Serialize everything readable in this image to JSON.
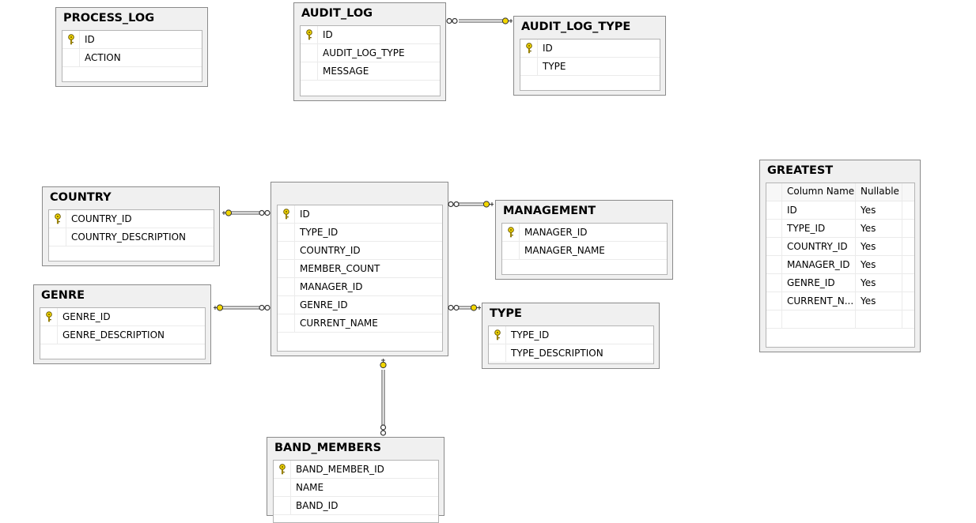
{
  "tables": [
    {
      "id": "process-log",
      "title": "PROCESS_LOG",
      "columns": [
        {
          "name": "ID",
          "pk": true
        },
        {
          "name": "ACTION",
          "pk": false
        }
      ]
    },
    {
      "id": "audit-log",
      "title": "AUDIT_LOG",
      "columns": [
        {
          "name": "ID",
          "pk": true
        },
        {
          "name": "AUDIT_LOG_TYPE",
          "pk": false
        },
        {
          "name": "MESSAGE",
          "pk": false
        }
      ]
    },
    {
      "id": "audit-log-type",
      "title": "AUDIT_LOG_TYPE",
      "columns": [
        {
          "name": "ID",
          "pk": true
        },
        {
          "name": "TYPE",
          "pk": false
        }
      ]
    },
    {
      "id": "country",
      "title": "COUNTRY",
      "columns": [
        {
          "name": "COUNTRY_ID",
          "pk": true
        },
        {
          "name": "COUNTRY_DESCRIPTION",
          "pk": false
        }
      ]
    },
    {
      "id": "genre",
      "title": "GENRE",
      "columns": [
        {
          "name": "GENRE_ID",
          "pk": true
        },
        {
          "name": "GENRE_DESCRIPTION",
          "pk": false
        }
      ]
    },
    {
      "id": "band",
      "title": "",
      "columns": [
        {
          "name": "ID",
          "pk": true
        },
        {
          "name": "TYPE_ID",
          "pk": false
        },
        {
          "name": "COUNTRY_ID",
          "pk": false
        },
        {
          "name": "MEMBER_COUNT",
          "pk": false
        },
        {
          "name": "MANAGER_ID",
          "pk": false
        },
        {
          "name": "GENRE_ID",
          "pk": false
        },
        {
          "name": "CURRENT_NAME",
          "pk": false
        }
      ]
    },
    {
      "id": "management",
      "title": "MANAGEMENT",
      "columns": [
        {
          "name": "MANAGER_ID",
          "pk": true
        },
        {
          "name": "MANAGER_NAME",
          "pk": false
        }
      ]
    },
    {
      "id": "type",
      "title": "TYPE",
      "columns": [
        {
          "name": "TYPE_ID",
          "pk": true
        },
        {
          "name": "TYPE_DESCRIPTION",
          "pk": false
        }
      ]
    },
    {
      "id": "band-members",
      "title": "BAND_MEMBERS",
      "columns": [
        {
          "name": "BAND_MEMBER_ID",
          "pk": true
        },
        {
          "name": "NAME",
          "pk": false
        },
        {
          "name": "BAND_ID",
          "pk": false
        }
      ]
    }
  ],
  "greatest": {
    "title": "GREATEST",
    "headers": [
      "Column Name",
      "Nullable"
    ],
    "rows": [
      [
        "ID",
        "Yes"
      ],
      [
        "TYPE_ID",
        "Yes"
      ],
      [
        "COUNTRY_ID",
        "Yes"
      ],
      [
        "MANAGER_ID",
        "Yes"
      ],
      [
        "GENRE_ID",
        "Yes"
      ],
      [
        "CURRENT_N...",
        "Yes"
      ]
    ]
  },
  "colors": {
    "key": "#f2d600",
    "line": "#4a4a4a"
  }
}
